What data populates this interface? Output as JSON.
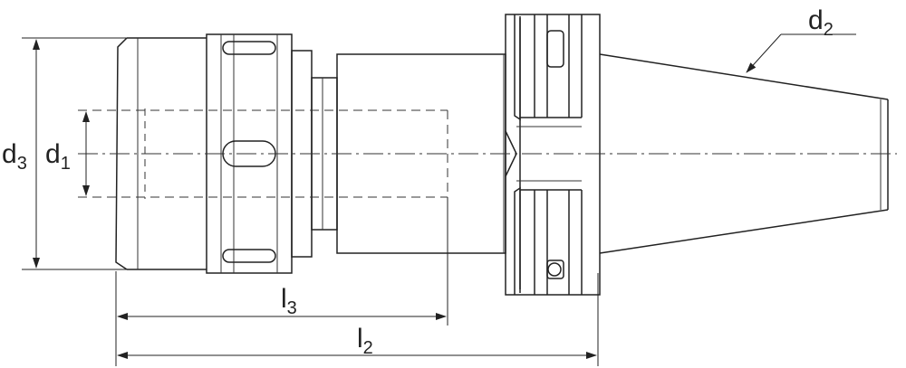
{
  "labels": {
    "d1": {
      "main": "d",
      "sub": "1"
    },
    "d2": {
      "main": "d",
      "sub": "2"
    },
    "d3": {
      "main": "d",
      "sub": "3"
    },
    "l2": {
      "main": "l",
      "sub": "2"
    },
    "l3": {
      "main": "l",
      "sub": "3"
    }
  }
}
